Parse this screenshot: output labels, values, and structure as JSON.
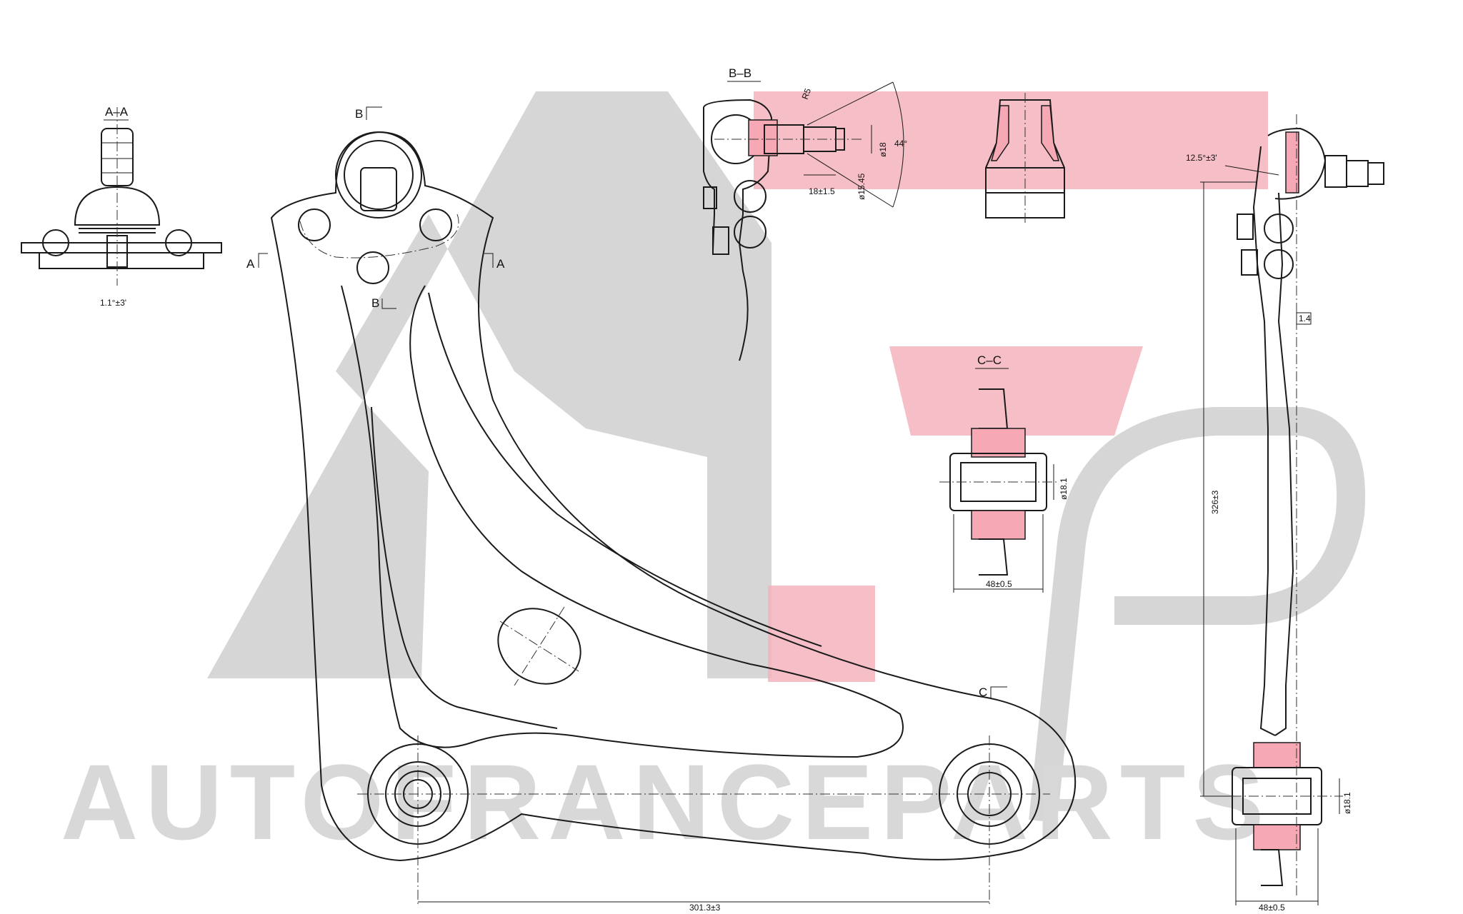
{
  "watermark": {
    "text": "AUTOFRANCEPARTS",
    "colors": {
      "gray": "#d6d6d6",
      "red": "#f5b3bc",
      "hatch": "#f6a9b4"
    }
  },
  "sections": {
    "aa": "A–A",
    "bb": "B–B",
    "cc": "C–C",
    "marker_a_left": "A",
    "marker_a_right": "A",
    "marker_b_top": "B",
    "marker_b_bottom": "B",
    "marker_c": "C"
  },
  "dimensions": {
    "aa_angle": "1.1°±3'",
    "bb_radius": "R5",
    "bb_dia18": "ø18",
    "bb_angle": "44°",
    "bb_len": "18±1.5",
    "bb_dia15": "ø15.45",
    "cc_dia": "ø18.1",
    "cc_width": "48±0.5",
    "side_angle": "12.5°±3'",
    "side_thk": "1.4",
    "side_len": "326±3",
    "side_dia": "ø18.1",
    "side_width": "48±0.5",
    "main_len": "301.3±3"
  }
}
